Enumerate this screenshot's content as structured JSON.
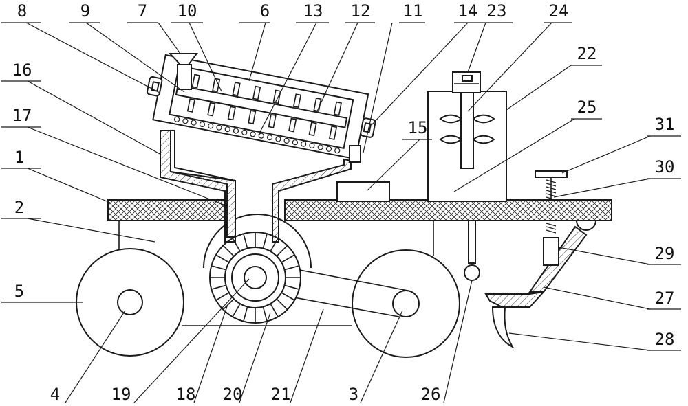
{
  "figure": {
    "labels": [
      {
        "id": "8",
        "text": "8"
      },
      {
        "id": "9",
        "text": "9"
      },
      {
        "id": "7",
        "text": "7"
      },
      {
        "id": "10",
        "text": "10"
      },
      {
        "id": "6",
        "text": "6"
      },
      {
        "id": "13",
        "text": "13"
      },
      {
        "id": "12",
        "text": "12"
      },
      {
        "id": "11",
        "text": "11"
      },
      {
        "id": "14",
        "text": "14"
      },
      {
        "id": "23",
        "text": "23"
      },
      {
        "id": "24",
        "text": "24"
      },
      {
        "id": "22",
        "text": "22"
      },
      {
        "id": "16",
        "text": "16"
      },
      {
        "id": "15",
        "text": "15"
      },
      {
        "id": "25",
        "text": "25"
      },
      {
        "id": "31",
        "text": "31"
      },
      {
        "id": "17",
        "text": "17"
      },
      {
        "id": "30",
        "text": "30"
      },
      {
        "id": "1",
        "text": "1"
      },
      {
        "id": "2",
        "text": "2"
      },
      {
        "id": "29",
        "text": "29"
      },
      {
        "id": "5",
        "text": "5"
      },
      {
        "id": "27",
        "text": "27"
      },
      {
        "id": "28",
        "text": "28"
      },
      {
        "id": "4",
        "text": "4"
      },
      {
        "id": "19",
        "text": "19"
      },
      {
        "id": "18",
        "text": "18"
      },
      {
        "id": "20",
        "text": "20"
      },
      {
        "id": "21",
        "text": "21"
      },
      {
        "id": "3",
        "text": "3"
      },
      {
        "id": "26",
        "text": "26"
      }
    ]
  }
}
